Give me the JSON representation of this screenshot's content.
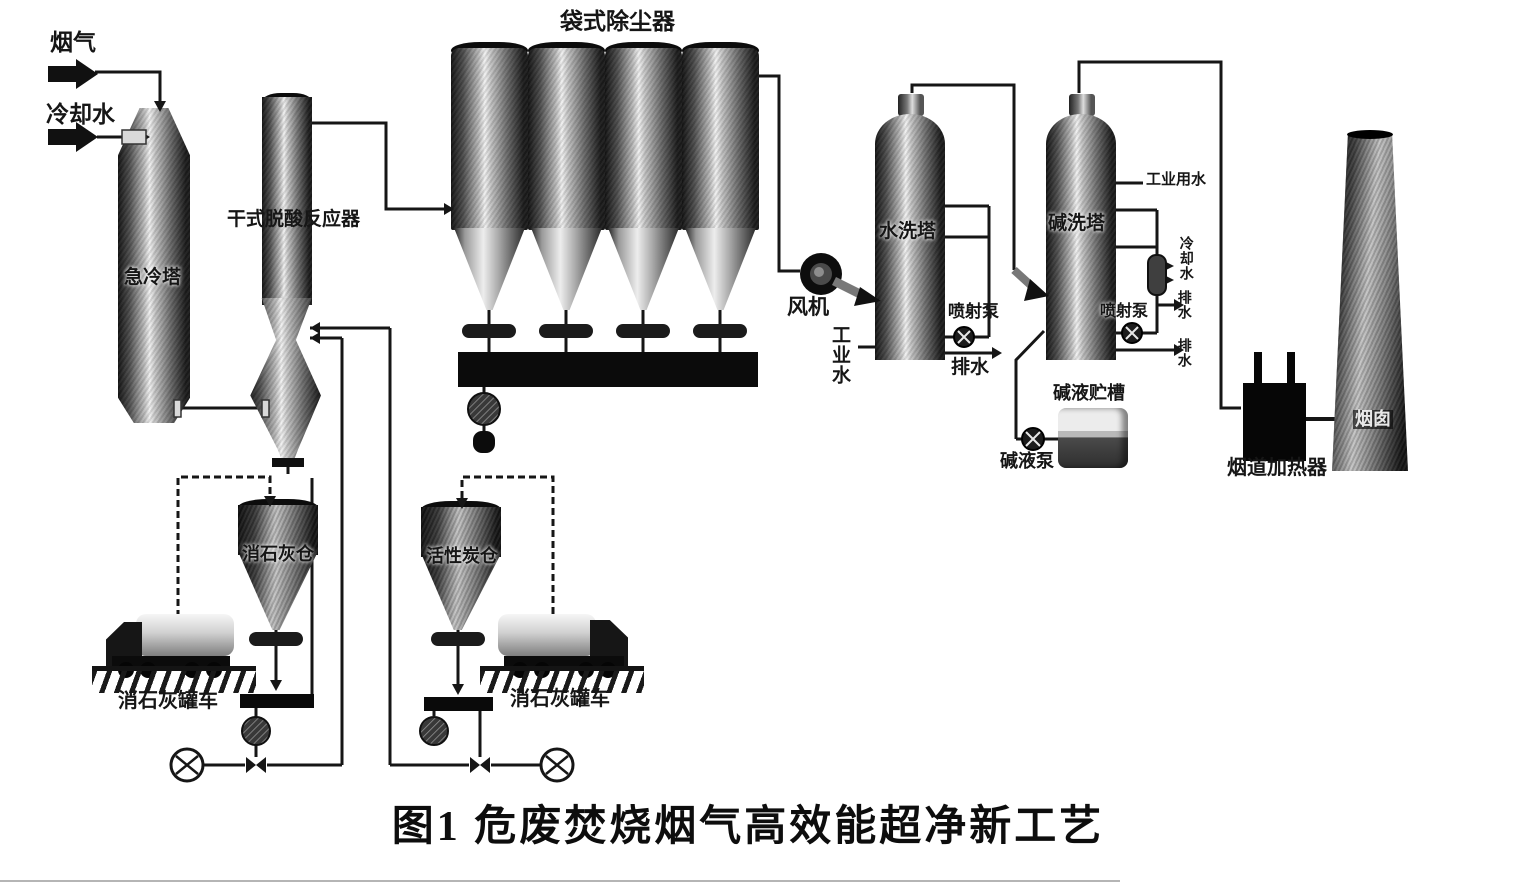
{
  "figure": {
    "title": "图1 危废焚烧烟气高效能超净新工艺"
  },
  "labels": {
    "flue_gas": "烟气",
    "cooling_water": "冷却水",
    "quench_tower": "急冷塔",
    "dry_reactor": "干式脱酸反应器",
    "bag_filter": "袋式除尘器",
    "fan": "风机",
    "water_wash_tower": "水洗塔",
    "jet_pump_1": "喷射泵",
    "drain_1": "排水",
    "industrial_water_1": "工业水",
    "alkali_wash_tower": "碱洗塔",
    "industrial_water_2": "工业用水",
    "cooling_water_2": "冷却水",
    "drain_2": "排水",
    "drain_3": "排水",
    "jet_pump_2": "喷射泵",
    "alkali_tank": "碱液贮槽",
    "alkali_pump": "碱液泵",
    "duct_heater": "烟道加热器",
    "chimney": "烟囱",
    "lime_silo": "消石灰仓",
    "carbon_silo": "活性炭仓",
    "lime_truck_1": "消石灰罐车",
    "lime_truck_2": "消石灰罐车"
  },
  "colors": {
    "ink": "#161616",
    "paper": "#ffffff",
    "metal_dark": "#141414",
    "metal_light": "#f1f1f1"
  }
}
